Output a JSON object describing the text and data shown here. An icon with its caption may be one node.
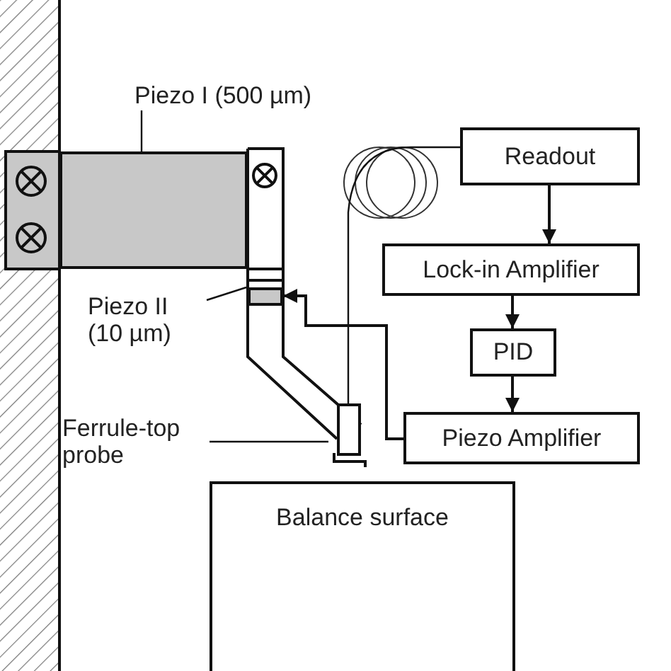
{
  "diagram": {
    "nodes": [
      {
        "text": [
          "Readout"
        ]
      },
      {
        "text": [
          "Lock-in Amplifier"
        ]
      },
      {
        "text": [
          "PID"
        ]
      },
      {
        "text": [
          "Piezo Amplifier"
        ]
      },
      {
        "text": [
          "Balance surface"
        ]
      },
      {
        "text": [
          "Piezo I (500 µm)"
        ]
      },
      {
        "text": [],
        "shape": "box"
      },
      {
        "text": [
          "Piezo II (10 µm)"
        ]
      },
      {
        "text": [],
        "shape": "box"
      },
      {
        "text": [
          "Ferrule-top probe"
        ]
      },
      {
        "text": [],
        "shape": "box"
      }
    ],
    "edges": [
      {
        "from": 0,
        "to": 1,
        "arrow": "to"
      },
      {
        "from": 1,
        "to": 2,
        "arrow": "to"
      },
      {
        "from": 2,
        "to": 3,
        "arrow": "to"
      },
      {
        "from": 3,
        "to": 8,
        "arrow": "to"
      },
      {
        "from": 0,
        "to": 10,
        "arrow": "none"
      },
      {
        "from": 5,
        "to": 6,
        "arrow": "none"
      },
      {
        "from": 7,
        "to": 8,
        "arrow": "none"
      },
      {
        "from": 9,
        "to": 10,
        "arrow": "none"
      }
    ]
  }
}
